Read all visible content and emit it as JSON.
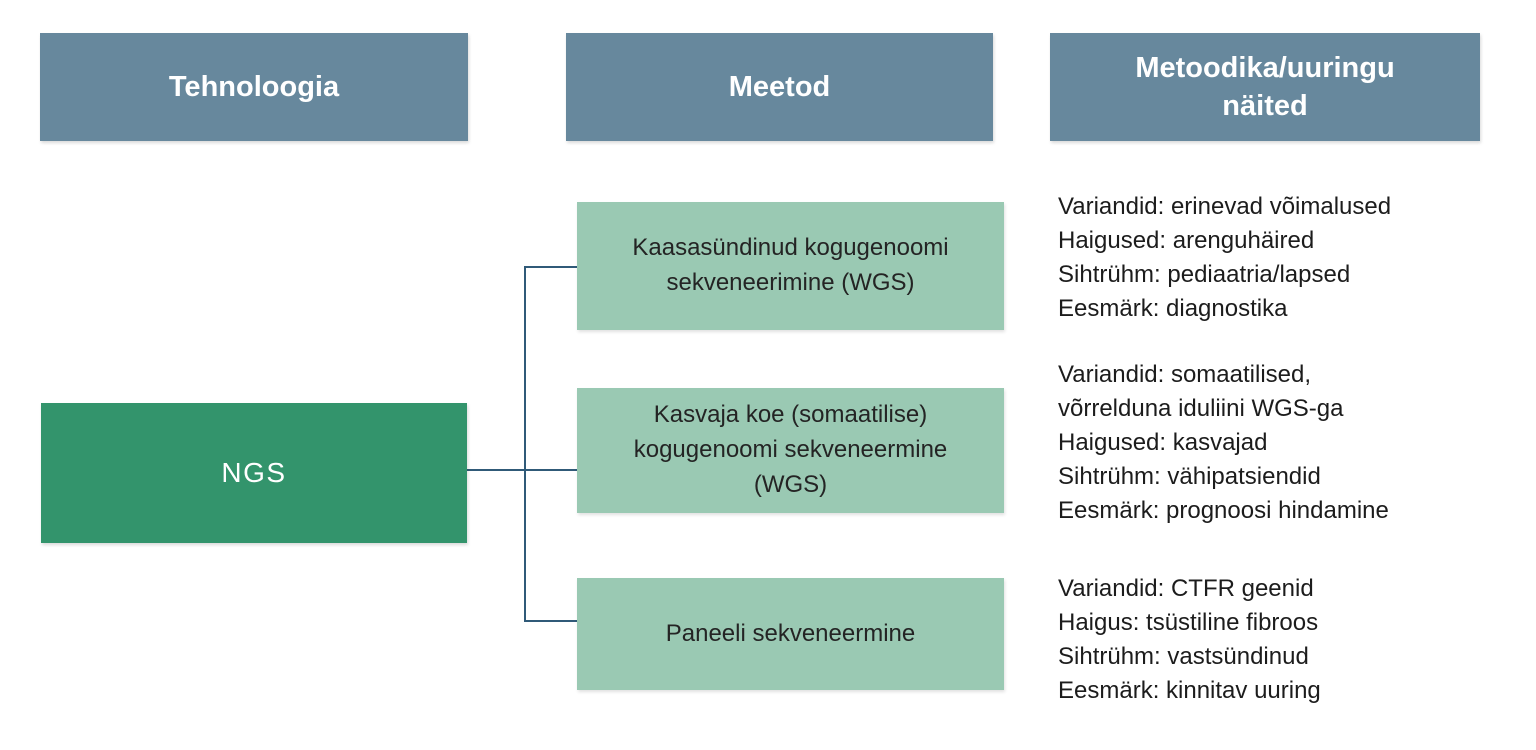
{
  "diagram": {
    "title": "NGS sequencing methods diagram",
    "headers": [
      {
        "label": "Tehnoloogia"
      },
      {
        "label": "Meetod"
      },
      {
        "label": "Metoodika/uuringu näited"
      }
    ],
    "root": {
      "label": "NGS"
    },
    "methods": [
      {
        "label": "Kaasasündinud kogugenoomi sekveneerimine (WGS)"
      },
      {
        "label": "Kasvaja koe (somaatilise) kogugenoomi sekveneermine (WGS)"
      },
      {
        "label": "Paneeli sekveneermine"
      }
    ],
    "examples": [
      {
        "lines": [
          "Variandid: erinevad võimalused",
          "Haigused: arenguhäired",
          "Sihtrühm: pediaatria/lapsed",
          "Eesmärk: diagnostika"
        ]
      },
      {
        "lines": [
          "Variandid: somaatilised,",
          "võrrelduna iduliini WGS-ga",
          "Haigused: kasvajad",
          "Sihtrühm: vähipatsiendid",
          "Eesmärk: prognoosi hindamine"
        ]
      },
      {
        "lines": [
          "Variandid: CTFR geenid",
          "Haigus: tsüstiline fibroos",
          "Sihtrühm: vastsündinud",
          "Eesmärk: kinnitav uuring"
        ]
      }
    ],
    "colors": {
      "header_bg": "#67889d",
      "header_text": "#ffffff",
      "root_bg": "#33946c",
      "root_text": "#ffffff",
      "method_bg": "#9ac9b3",
      "method_text": "#242424",
      "example_text": "#1c1c1c",
      "connector": "#305a78",
      "background": "#ffffff"
    }
  }
}
